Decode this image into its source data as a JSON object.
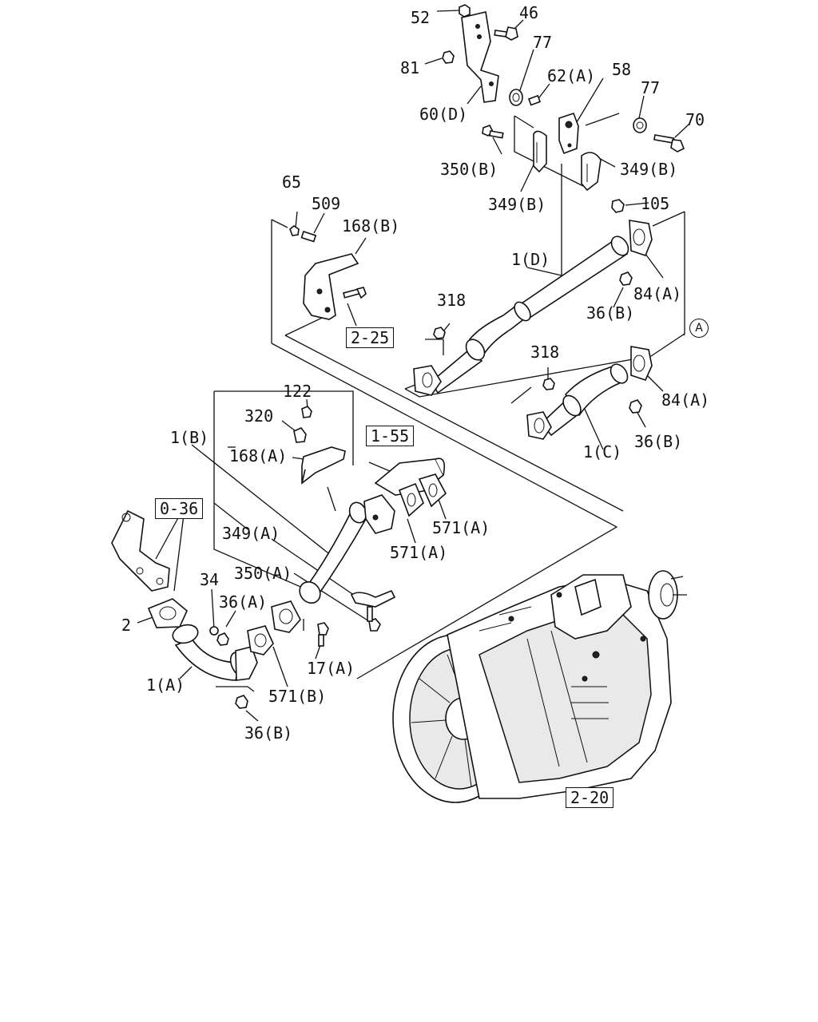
{
  "labels": {
    "p52": "52",
    "p46": "46",
    "p81": "81",
    "p77a": "77",
    "p62a": "62(A)",
    "p58": "58",
    "p60d": "60(D)",
    "p77b": "77",
    "p70": "70",
    "p350b": "350(B)",
    "p349b_r": "349(B)",
    "p349b_l": "349(B)",
    "p105": "105",
    "p65": "65",
    "p509": "509",
    "p168b": "168(B)",
    "p1d": "1(D)",
    "p84a_1": "84(A)",
    "p36b_1": "36(B)",
    "p318_1": "318",
    "p318_2": "318",
    "p84a_2": "84(A)",
    "p36b_2": "36(B)",
    "p1c": "1(C)",
    "p122": "122",
    "p320": "320",
    "p1b": "1(B)",
    "p168a": "168(A)",
    "p571a_1": "571(A)",
    "p571a_2": "571(A)",
    "p349a": "349(A)",
    "p350a": "350(A)",
    "p34": "34",
    "p36a": "36(A)",
    "p2": "2",
    "p17a": "17(A)",
    "p571b": "571(B)",
    "p1a": "1(A)",
    "p36b_3": "36(B)"
  },
  "refs": {
    "r225": "2-25",
    "r155": "1-55",
    "r036": "0-36",
    "r220": "2-20"
  },
  "callout": {
    "a": "A"
  }
}
